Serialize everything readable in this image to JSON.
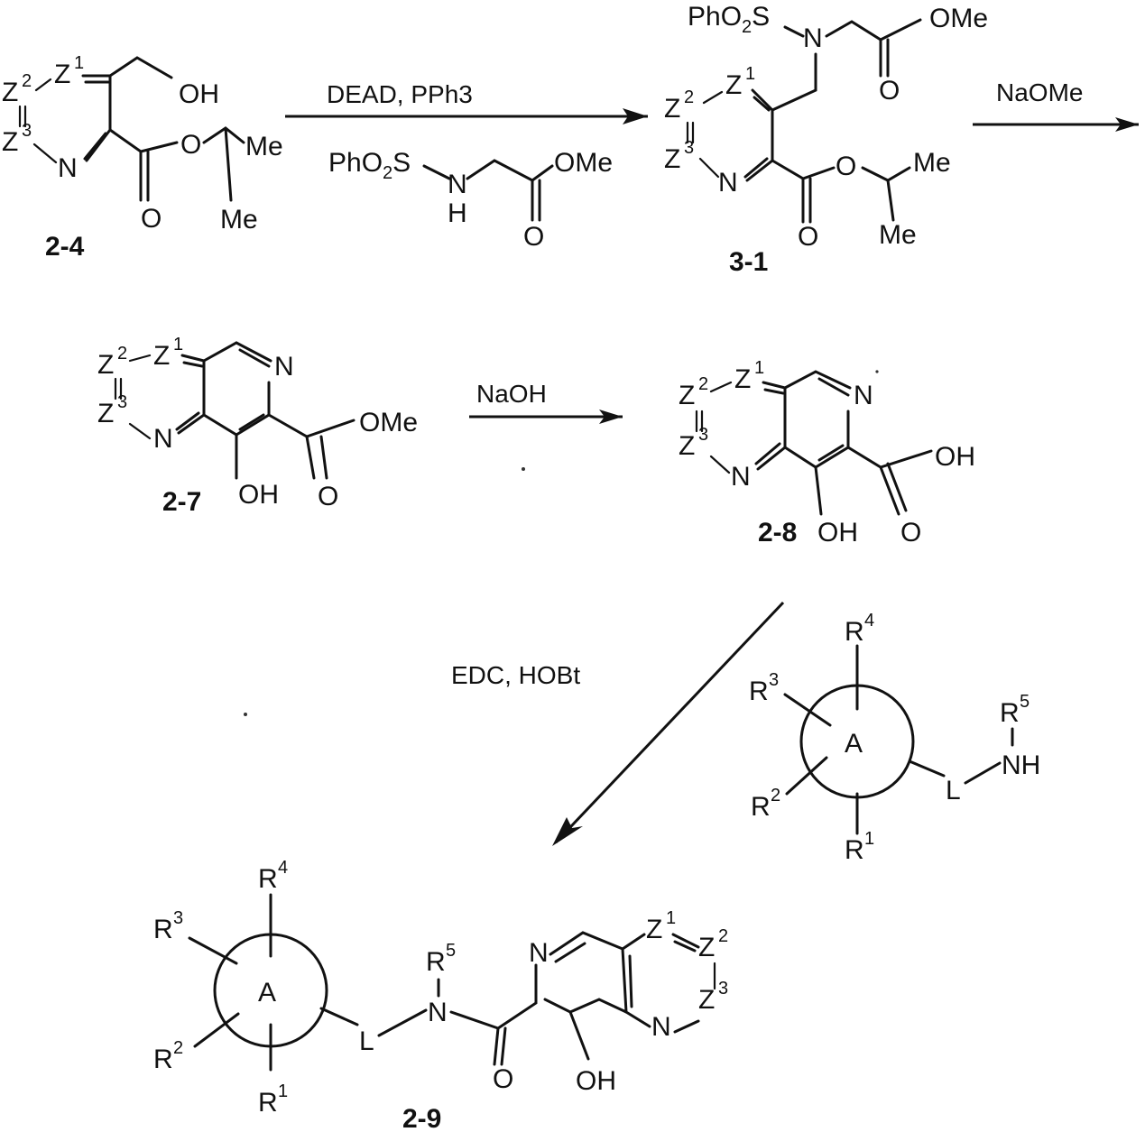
{
  "scheme": {
    "compounds": {
      "c24": "2-4",
      "c31": "3-1",
      "c27": "2-7",
      "c28": "2-8",
      "c29": "2-9"
    },
    "reagents": {
      "step1": "DEAD, PPh3",
      "step2": "NaOMe",
      "step3": "NaOH",
      "step4": "EDC, HOBt"
    },
    "atoms": {
      "N": "N",
      "O": "O",
      "OH": "OH",
      "Me": "Me",
      "OMe": "OMe",
      "H": "H",
      "NH": "NH",
      "Z": "Z",
      "R": "R",
      "A": "A",
      "L": "L",
      "PhO2S": "PhO",
      "PhO2S_sub": "2",
      "PhO2S_tail": "S",
      "sup1": "1",
      "sup2": "2",
      "sup3": "3",
      "sup4": "4",
      "sup5": "5"
    }
  }
}
